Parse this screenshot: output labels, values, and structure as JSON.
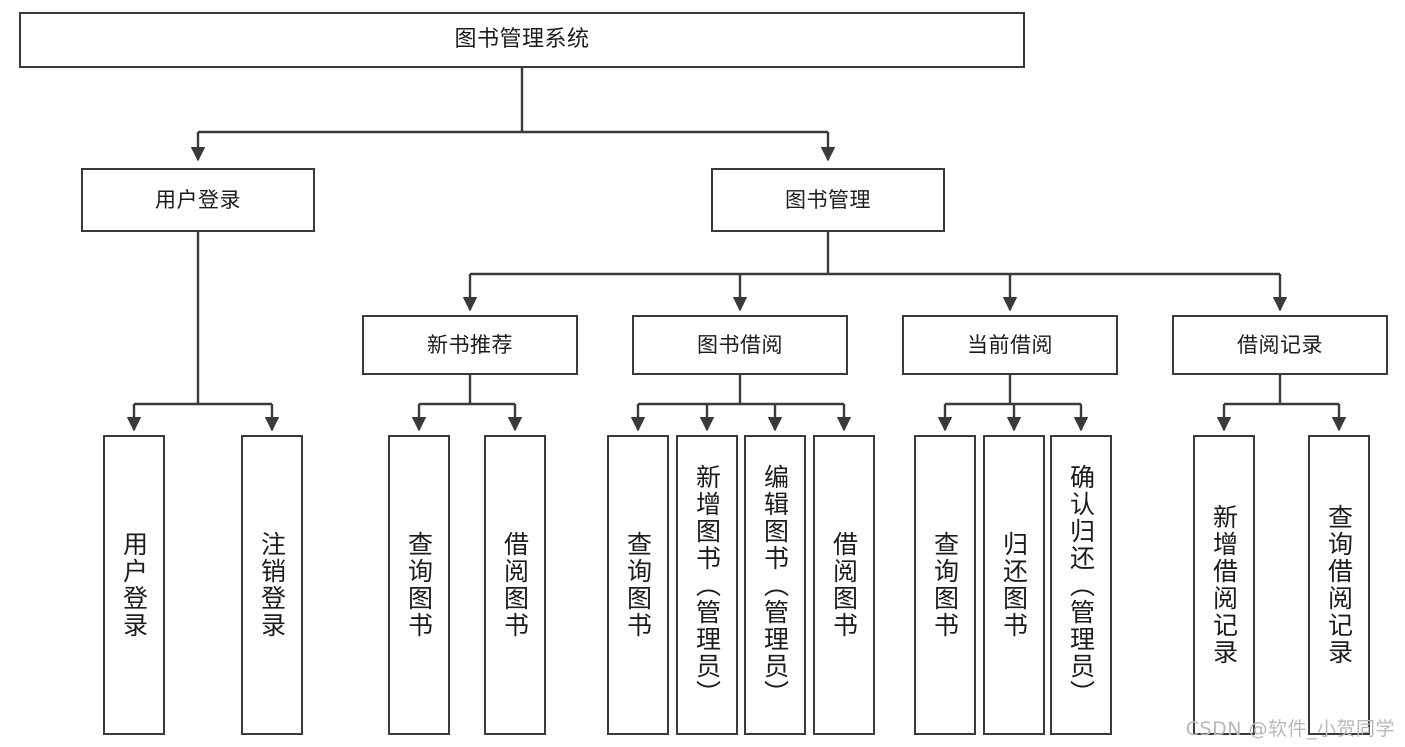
{
  "diagram": {
    "title": "图书管理系统",
    "type": "tree-hierarchy",
    "root": {
      "label": "图书管理系统"
    },
    "level2": [
      {
        "label": "用户登录"
      },
      {
        "label": "图书管理"
      }
    ],
    "level3": [
      {
        "label": "新书推荐"
      },
      {
        "label": "图书借阅"
      },
      {
        "label": "当前借阅"
      },
      {
        "label": "借阅记录"
      }
    ],
    "leaves": {
      "user_login": [
        {
          "label": "用户登录"
        },
        {
          "label": "注销登录"
        }
      ],
      "new_book_recommend": [
        {
          "label": "查询图书"
        },
        {
          "label": "借阅图书"
        }
      ],
      "book_borrow": [
        {
          "label": "查询图书"
        },
        {
          "label": "新增图书（管理员）"
        },
        {
          "label": "编辑图书（管理员）"
        },
        {
          "label": "借阅图书"
        }
      ],
      "current_borrow": [
        {
          "label": "查询图书"
        },
        {
          "label": "归还图书"
        },
        {
          "label": "确认归还（管理员）"
        }
      ],
      "borrow_record": [
        {
          "label": "新增借阅记录"
        },
        {
          "label": "查询借阅记录"
        }
      ]
    }
  },
  "watermark": {
    "text": "CSDN @软件_小贺同学"
  },
  "colors": {
    "stroke": "#3a3a3a",
    "background": "#ffffff",
    "text": "#1c1c1c",
    "watermark": "#b9b9b9"
  }
}
